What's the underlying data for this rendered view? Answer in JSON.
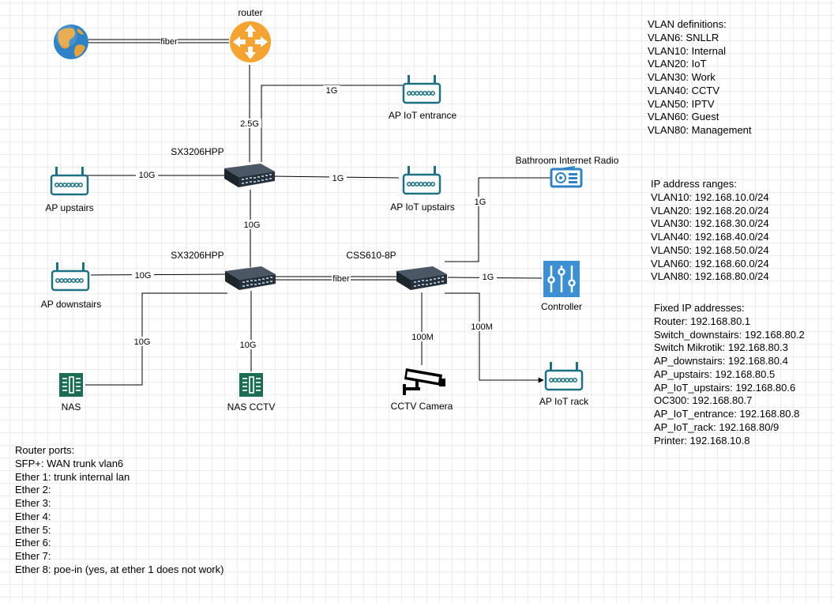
{
  "nodes": {
    "internet": "",
    "router": "router",
    "ap_iot_entrance": "AP IoT entrance",
    "switch_top": "SX3206HPP",
    "ap_upstairs": "AP upstairs",
    "ap_iot_upstairs": "AP IoT upstairs",
    "bathroom_radio": "Bathroom Internet Radio",
    "switch_mid": "SX3206HPP",
    "css_switch": "CSS610-8P",
    "ap_downstairs": "AP downstairs",
    "controller": "Controller",
    "nas": "NAS",
    "nas_cctv": "NAS CCTV",
    "cctv_camera": "CCTV Camera",
    "ap_iot_rack": "AP IoT rack"
  },
  "links": {
    "internet_router": "fiber",
    "router_switch_top": "2.5G",
    "switch_top_iot_entrance": "1G",
    "ap_upstairs_switch_top": "10G",
    "switch_top_iot_upstairs": "1G",
    "switch_top_switch_mid": "10G",
    "ap_downstairs_switch_mid": "10G",
    "switch_mid_css": "fiber",
    "css_radio": "1G",
    "css_controller": "1G",
    "switch_mid_nas": "10G",
    "switch_mid_nas_cctv": "10G",
    "css_camera": "100M",
    "css_iot_rack": "100M"
  },
  "vlan_definitions": [
    "VLAN definitions:",
    "VLAN6: SNLLR",
    "VLAN10: Internal",
    "VLAN20: IoT",
    "VLAN30: Work",
    "VLAN40: CCTV",
    "VLAN50: IPTV",
    "VLAN60: Guest",
    "VLAN80: Management"
  ],
  "ip_ranges": [
    "IP address ranges:",
    "VLAN10: 192.168.10.0/24",
    "VLAN20: 192.168.20.0/24",
    "VLAN30: 192.168.30.0/24",
    "VLAN40: 192.168.40.0/24",
    "VLAN50: 192.168.50.0/24",
    "VLAN60: 192.168.60.0/24",
    "VLAN80: 192.168.80.0/24"
  ],
  "fixed_ips": [
    "Fixed IP addresses:",
    "Router: 192.168.80.1",
    "Switch_downstairs: 192.168.80.2",
    "Switch Mikrotik: 192.168.80.3",
    "AP_downstairs: 192.168.80.4",
    "AP_upstairs: 192.168.80.5",
    "AP_IoT_upstairs: 192.168.80.6",
    "OC300: 192.168.80.7",
    "AP_IoT_entrance: 192.168.80.8",
    "AP_IoT_rack: 192.168.80/9",
    "Printer: 192.168.10.8"
  ],
  "router_ports": [
    "Router ports:",
    "SFP+: WAN trunk vlan6",
    "Ether 1: trunk internal lan",
    "Ether 2:",
    "Ether 3:",
    "Ether 4:",
    "Ether 5:",
    "Ether 6:",
    "Ether 7:",
    "Ether 8: poe-in (yes, at ether 1 does not work)"
  ],
  "colors": {
    "router_orange": "#f5a331",
    "switch_dark": "#2f3b47",
    "wifi_teal": "#1c7282",
    "nas_green": "#1d6d55",
    "controller_blue": "#3c8fd2",
    "globe_blue": "#2e82c6",
    "globe_land": "#e3a23b"
  },
  "icons": {
    "internet": "globe-icon",
    "router": "router-icon",
    "switch": "switch-icon",
    "access_point": "wifi-router-icon",
    "radio": "radio-icon",
    "controller": "sliders-icon",
    "nas": "nas-icon",
    "camera": "cctv-camera-icon"
  }
}
